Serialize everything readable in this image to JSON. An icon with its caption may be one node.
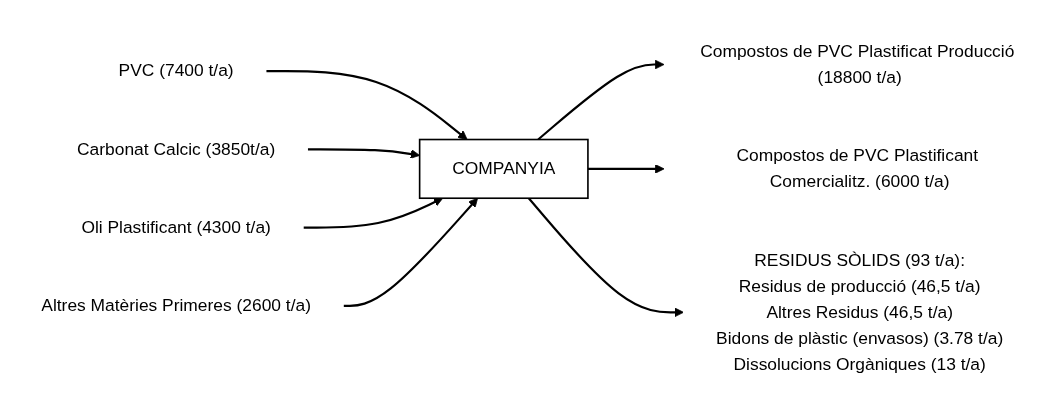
{
  "diagram": {
    "nodes": [
      {
        "text": [
          "PVC (7400 t/a)"
        ]
      },
      {
        "text": [
          "Carbonat Calcic (3850t/a)"
        ]
      },
      {
        "text": [
          "Oli Plastificant (4300 t/a)"
        ]
      },
      {
        "text": [
          "Altres Matèries Primeres (2600 t/a)"
        ]
      },
      {
        "text": [
          "COMPANYIA"
        ]
      },
      {
        "text": [
          "Compostos de PVC Plastificat Producció (18800 t/a)"
        ]
      },
      {
        "text": [
          "Compostos de PVC Plastificant Comercialitz. (6000 t/a)"
        ]
      },
      {
        "text": [
          "RESIDUS SÒLIDS (93 t/a):",
          "Residus de producció (46,5 t/a)",
          "Altres Residus (46,5 t/a)",
          "Bidons de plàstic (envasos) (3.78 t/a)",
          "Dissolucions Orgàniques (13 t/a)"
        ]
      }
    ],
    "edges": [
      {
        "from": 0,
        "to": 4,
        "arrow": "to"
      },
      {
        "from": 1,
        "to": 4,
        "arrow": "to"
      },
      {
        "from": 2,
        "to": 4,
        "arrow": "to"
      },
      {
        "from": 3,
        "to": 4,
        "arrow": "to"
      },
      {
        "from": 4,
        "to": 5,
        "arrow": "to"
      },
      {
        "from": 4,
        "to": 6,
        "arrow": "to"
      },
      {
        "from": 4,
        "to": 7,
        "arrow": "to"
      }
    ]
  }
}
